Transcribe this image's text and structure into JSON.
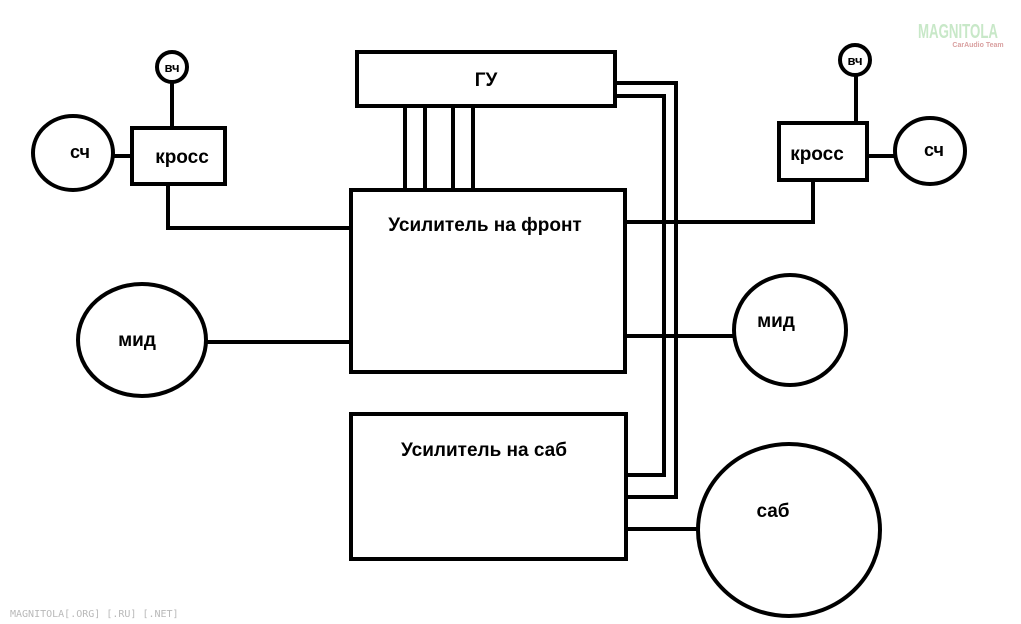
{
  "diagram": {
    "head_unit": "ГУ",
    "front_amp": "Усилитель на фронт",
    "sub_amp": "Усилитель на саб",
    "left": {
      "tweeter": "вч",
      "midrange": "сч",
      "crossover": "кросс",
      "mid": "мид"
    },
    "right": {
      "tweeter": "вч",
      "midrange": "сч",
      "crossover": "кросс",
      "mid": "мид"
    },
    "sub": "саб"
  },
  "watermark": {
    "bottom": "MAGNITOLA[.ORG] [.RU] [.NET]",
    "logo": "MAGNITOLA",
    "logo_sub": "CarAudio Team"
  }
}
